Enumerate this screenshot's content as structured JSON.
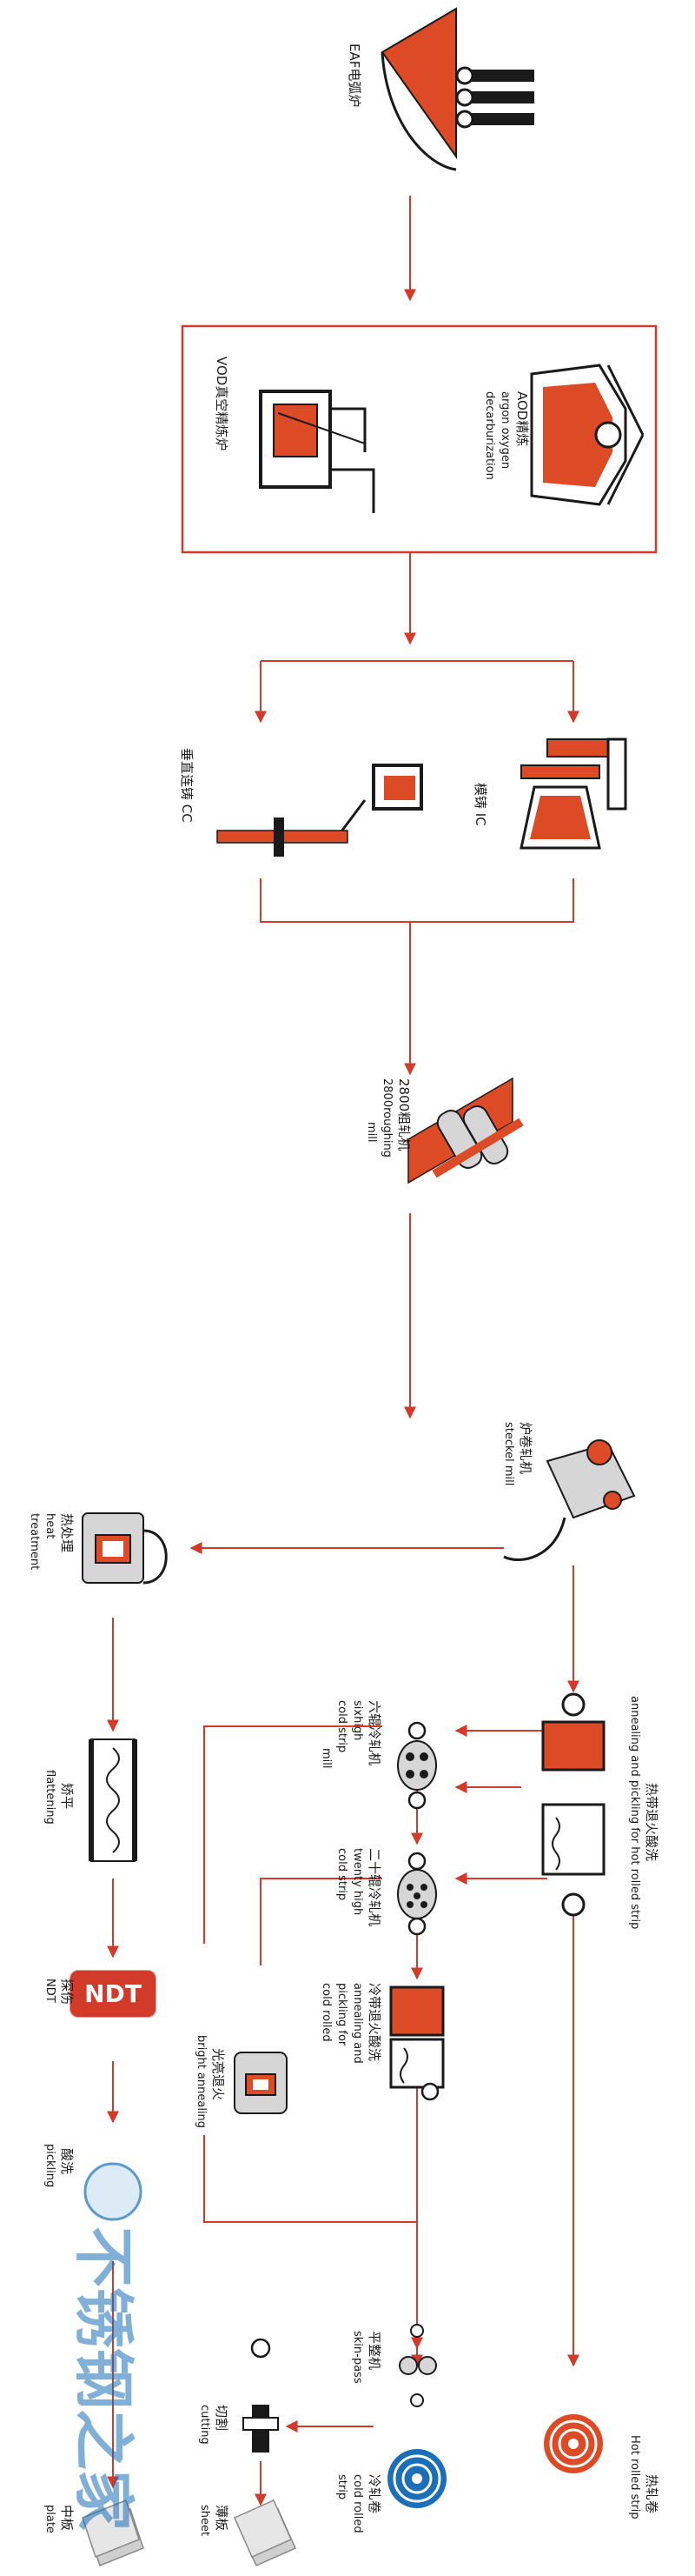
{
  "colors": {
    "flow": "#d23a2a",
    "metal": "#dd4a26",
    "outline": "#1a1a1a",
    "steel": "#d6d6d6",
    "watermark": "#1a6fb8"
  },
  "stages": {
    "eaf": {
      "label": "EAF电弧炉"
    },
    "aod": {
      "label_cn": "AOD精炼",
      "label_en_1": "argon oxygen",
      "label_en_2": "decarburization"
    },
    "vod": {
      "label": "VOD真空精炼炉"
    },
    "ic": {
      "label": "模铸 IC"
    },
    "cc": {
      "label": "垂直连铸 CC"
    },
    "roughing": {
      "label_1": "2800粗轧机",
      "label_2": "2800roughing",
      "label_3": "mill"
    },
    "steckel": {
      "label_1": "炉卷轧机",
      "label_2": "steckel mill"
    },
    "heat_treatment": {
      "label_1": "热处理",
      "label_2": "heat",
      "label_3": "treatment"
    },
    "hot_anneal": {
      "label_1": "热带退火酸洗",
      "label_2": "annealing and pickling for hot rolled strip"
    },
    "hot_coil": {
      "label_1": "热轧卷",
      "label_2": "Hot rolled strip"
    },
    "six_high": {
      "label_1": "六辊冷轧机",
      "label_2": "sixhigh",
      "label_3": "cold strip",
      "label_4": "mill"
    },
    "twenty_high": {
      "label_1": "二十辊冷轧机",
      "label_2": "twenty high",
      "label_3": "cold strip"
    },
    "cold_anneal": {
      "label_1": "冷带退火酸洗",
      "label_2": "annealing and",
      "label_3": "pickling for",
      "label_4": "cold rolled"
    },
    "bright_anneal": {
      "label_1": "光亮退火",
      "label_2": "bright annealing"
    },
    "skin_pass": {
      "label_1": "平整机",
      "label_2": "skin-pass"
    },
    "cold_coil": {
      "label_1": "冷轧卷",
      "label_2": "cold rolled",
      "label_3": "strip"
    },
    "cutting": {
      "label_1": "切割",
      "label_2": "cutting"
    },
    "sheet": {
      "label_1": "薄板",
      "label_2": "sheet"
    },
    "flattening": {
      "label_1": "矫平",
      "label_2": "flattening"
    },
    "ndt": {
      "label_1": "探伤",
      "label_2": "NDT",
      "badge": "NDT"
    },
    "pickling": {
      "label_1": "酸洗",
      "label_2": "pickling"
    },
    "plate": {
      "label_1": "中板",
      "label_2": "plate"
    }
  },
  "watermark": {
    "text": "不锈钢之家"
  }
}
